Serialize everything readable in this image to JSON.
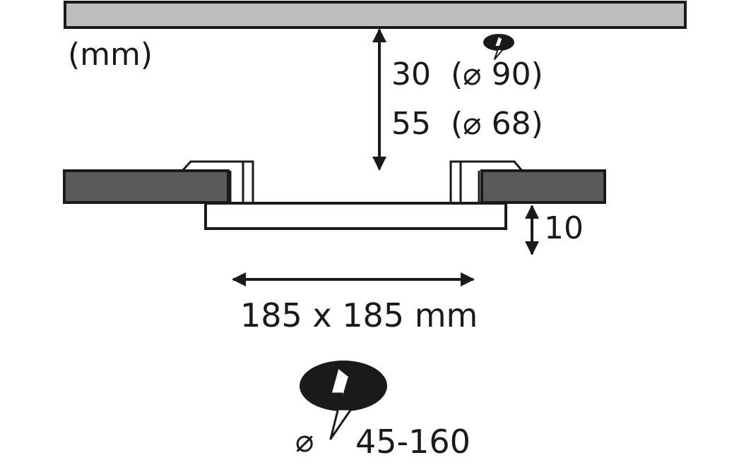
{
  "diagram": {
    "unit_label": "(mm)",
    "clearance_1": "30",
    "clearance_1_hole": "(⌀ 90)",
    "clearance_2": "55",
    "clearance_2_hole": "(⌀ 68)",
    "panel_height": "10",
    "panel_size": "185 x 185 mm",
    "cutout_symbol": "⌀",
    "cutout_range": "45-160",
    "colors": {
      "line": "#1a1a1a",
      "ceiling_fill": "#bdbdbd",
      "board_fill": "#5a5a5a",
      "white": "#ffffff"
    }
  }
}
